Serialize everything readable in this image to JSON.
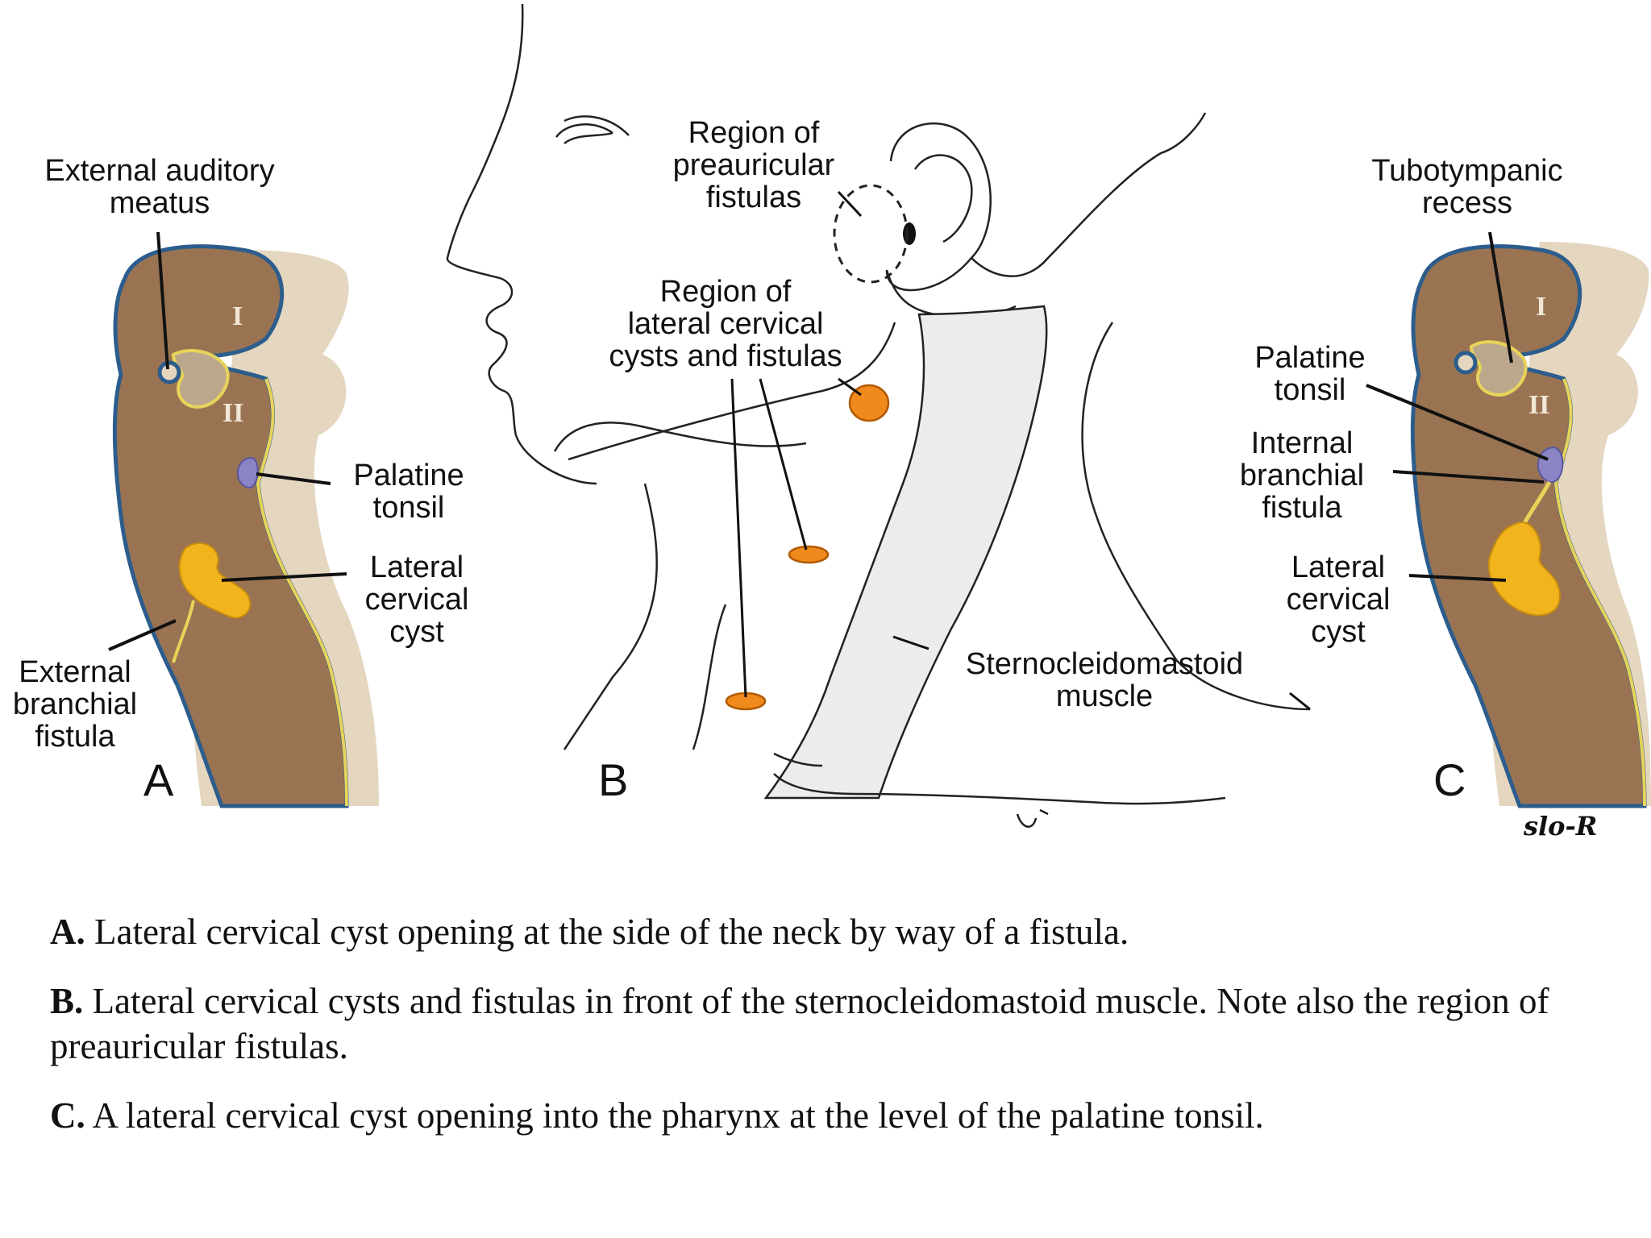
{
  "panels": {
    "A": {
      "letter": "A",
      "roman_I": "I",
      "roman_II": "II",
      "labels": {
        "external_auditory_meatus": "External auditory\nmeatus",
        "palatine_tonsil": "Palatine\ntonsil",
        "lateral_cervical_cyst": "Lateral\ncervical\ncyst",
        "external_branchial_fistula": "External\nbranchial\nfistula"
      }
    },
    "B": {
      "letter": "B",
      "labels": {
        "preauricular": "Region of\npreauricular\nfistulas",
        "lateral_cervical": "Region of\nlateral cervical\ncysts and fistulas",
        "scm": "Sternocleidomastoid\nmuscle"
      }
    },
    "C": {
      "letter": "C",
      "roman_I": "I",
      "roman_II": "II",
      "labels": {
        "tubotympanic_recess": "Tubotympanic\nrecess",
        "palatine_tonsil": "Palatine\ntonsil",
        "internal_branchial_fistula": "Internal\nbranchial\nfistula",
        "lateral_cervical_cyst": "Lateral\ncervical\ncyst"
      }
    }
  },
  "signature": "slo-R",
  "captions": [
    {
      "letter": "A.",
      "text": " Lateral cervical cyst opening at the side of the neck by way of a fistula."
    },
    {
      "letter": "B.",
      "text": " Lateral cervical cysts and fistulas in front of the sternocleidomastoid muscle. Note also the region of preauricular fistulas."
    },
    {
      "letter": "C.",
      "text": " A lateral cervical cyst opening into the pharynx at the level of the palatine tonsil."
    }
  ],
  "colors": {
    "tissue": "#9a7452",
    "tissue_side": "#e4d6bf",
    "ectoderm_line": "#2c5d8c",
    "endoderm_line": "#e8d35a",
    "cyst": "#f2b41c",
    "cyst_B": "#f08a1c",
    "tonsil": "#8b85c6"
  }
}
